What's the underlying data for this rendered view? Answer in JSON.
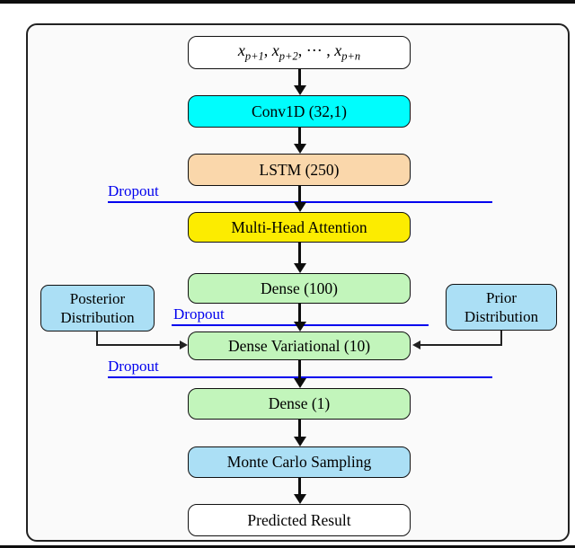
{
  "diagram": {
    "description": "Neural network architecture flowchart",
    "input_box": {
      "t1base": "x",
      "t1sub": "p+1",
      "sep1": ", ",
      "t2base": "x",
      "t2sub": "p+2",
      "sep2": ", ",
      "ellipsis": "⋯",
      "sep3": " , ",
      "t3base": "x",
      "t3sub": "p+n"
    },
    "boxes": {
      "conv1d": "Conv1D (32,1)",
      "lstm": "LSTM (250)",
      "mha": "Multi-Head Attention",
      "dense100": "Dense (100)",
      "densevar": "Dense Variational (10)",
      "dense1": "Dense (1)",
      "monte_carlo": "Monte Carlo Sampling",
      "result": "Predicted Result"
    },
    "side_boxes": {
      "posterior_line1": "Posterior",
      "posterior_line2": "Distribution",
      "prior_line1": "Prior",
      "prior_line2": "Distribution"
    },
    "dropout_labels": {
      "d1": "Dropout",
      "d2": "Dropout",
      "d3": "Dropout"
    },
    "colors": {
      "conv1d_fill": "#00fdfd",
      "lstm_fill": "#fad7ab",
      "attention_fill": "#fcec00",
      "dense_fill": "#c2f5bb",
      "monte_carlo_fill": "#abdff5",
      "side_box_fill": "#abdff5",
      "dropout_blue": "#0000ee",
      "io_fill": "#ffffff",
      "frame_bg": "#fafafa"
    }
  }
}
